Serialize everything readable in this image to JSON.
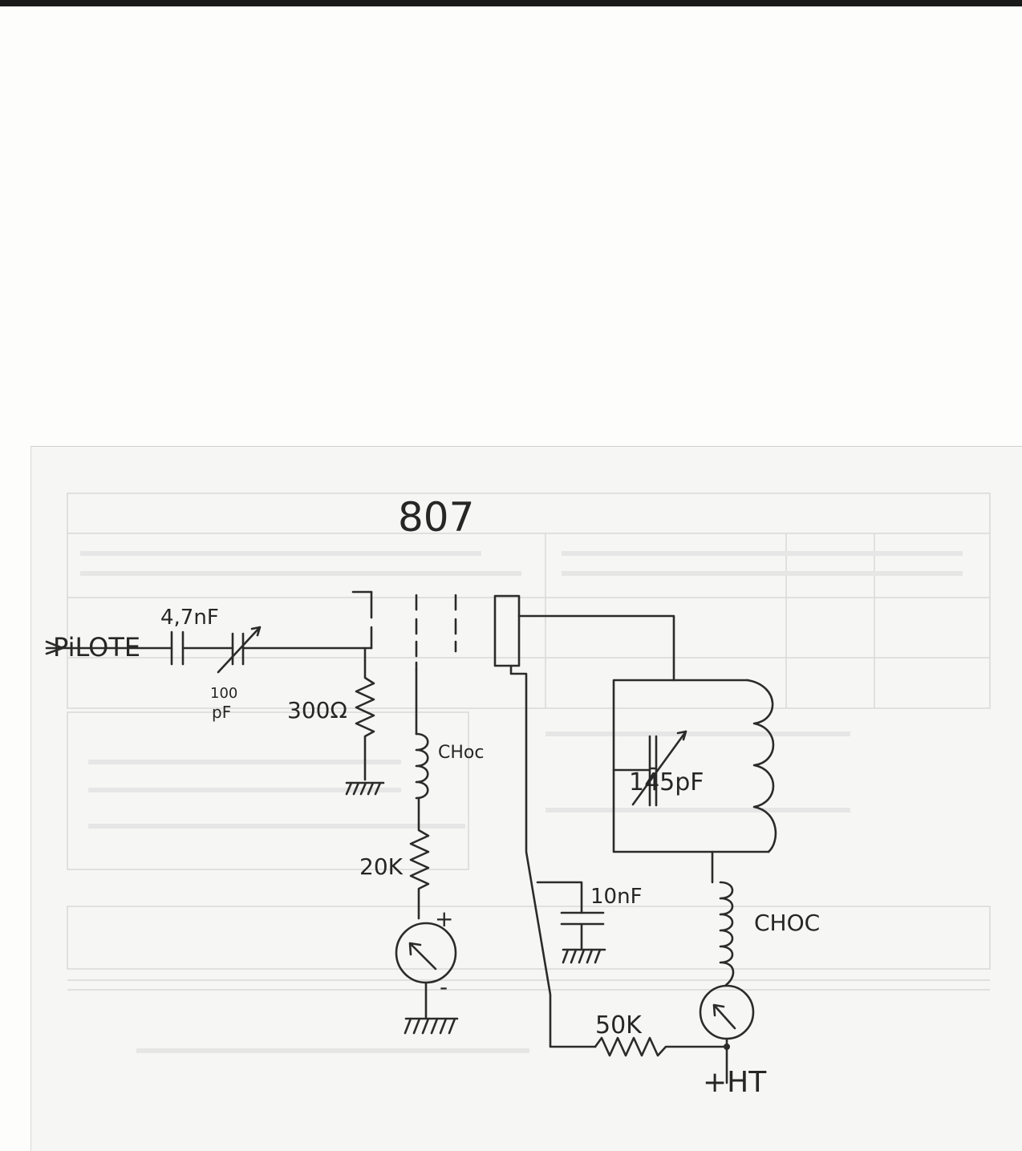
{
  "schematic": {
    "tube": "807",
    "input": "PiLOTE",
    "c_input": "4,7nF",
    "c_grid_value": "100",
    "c_grid_unit": "pF",
    "r_grid": "300Ω",
    "choke_left": "CHoc",
    "r_screen": "20K",
    "tank_cap": "145pF",
    "bypass_cap": "10nF",
    "choke_right": "CHOC",
    "r_meter": "50K",
    "supply": "+HT",
    "meter_plus": "+",
    "meter_minus": "-"
  },
  "colors": {
    "ink": "#2b2b2b",
    "paper": "#fdfdfb",
    "ghost": "#d9d9d9"
  }
}
